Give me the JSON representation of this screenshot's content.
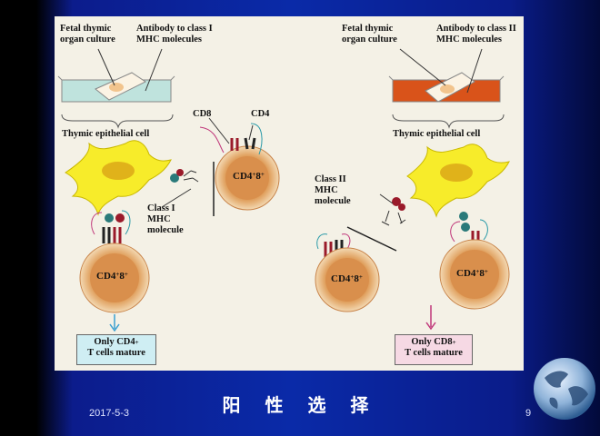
{
  "left": {
    "culture_label": "Fetal thymic\norgan culture",
    "antibody_label": "Antibody to class I\nMHC molecules",
    "epithelial_label": "Thymic epithelial cell",
    "cd8_label": "CD8",
    "cd4_label": "CD4",
    "mhc_label": "Class I\nMHC\nmolecule",
    "cell_top_main": "CD4",
    "cell_top_sup": "+",
    "cell_top_main2": "8",
    "cell_top_sup2": "+",
    "cell_bottom_main": "CD4",
    "cell_bottom_sup": "+",
    "cell_bottom_main2": "8",
    "cell_bottom_sup2": "+",
    "result_line1": "Only CD4",
    "result_sup": "+",
    "result_line2": "T cells mature",
    "dish_color": "#bfe3dd",
    "result_color": "#cfeef3"
  },
  "right": {
    "culture_label": "Fetal thymic\norgan culture",
    "antibody_label": "Antibody to class II\nMHC molecules",
    "epithelial_label": "Thymic epithelial cell",
    "mhc_label": "Class II\nMHC\nmolecule",
    "cell_left_main": "CD4",
    "cell_left_sup": "+",
    "cell_left_main2": "8",
    "cell_left_sup2": "+",
    "cell_right_main": "CD4",
    "cell_right_sup": "+",
    "cell_right_main2": "8",
    "cell_right_sup2": "+",
    "result_line1": "Only CD8",
    "result_sup": "+",
    "result_line2": "T cells mature",
    "dish_color": "#d9531a",
    "result_color": "#f6d9e4"
  },
  "slide": {
    "title": "阳 性 选 择",
    "date": "2017-5-3",
    "page": "9"
  },
  "icons": [
    "globe-icon",
    "arrow-down-icon"
  ]
}
